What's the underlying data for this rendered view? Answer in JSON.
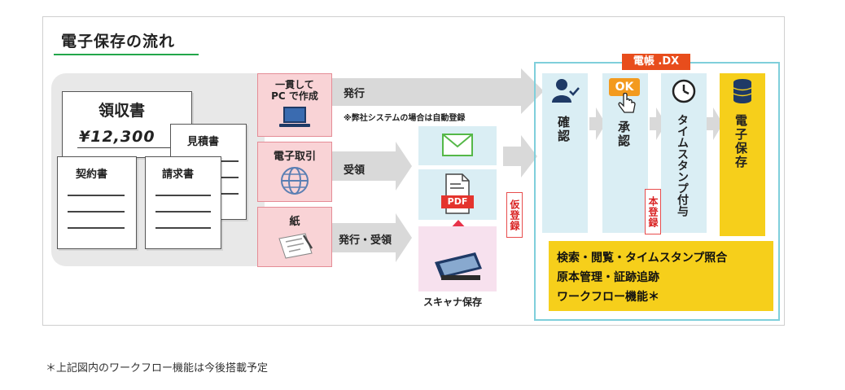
{
  "title": "電子保存の流れ",
  "docs": {
    "receipt_title": "領収書",
    "receipt_amount": "¥12,300",
    "estimate": "見積書",
    "contract": "契約書",
    "invoice": "請求書"
  },
  "sources": {
    "pc_label": "一貫して\nPC で作成",
    "edi_label": "電子取引",
    "paper_label": "紙"
  },
  "arrows": {
    "issue": "発行",
    "issue_note": "※弊社システムの場合は自動登録",
    "receive": "受領",
    "issue_receive": "発行・受領"
  },
  "middle": {
    "pdf_label": "PDF",
    "scanner_caption": "スキャナ保存",
    "temp_register": "仮登録"
  },
  "denchou": {
    "tag": "電帳 .DX",
    "confirm": "確認",
    "ok_badge": "OK",
    "approve": "承認",
    "timestamp": "タイムスタンプ付与",
    "formal_register": "本登録",
    "e_storage": "電子保存",
    "features": [
      "検索・閲覧・タイムスタンプ照合",
      "原本管理・証跡追跡",
      "ワークフロー機能＊"
    ]
  },
  "footnote": "＊上記図内のワークフロー機能は今後搭載予定",
  "colors": {
    "accent_green": "#22a64a",
    "pink": "#f9d3d6",
    "light_blue": "#daeef4",
    "outline_cyan": "#7fcfdb",
    "orange_red": "#e84d1c",
    "yellow": "#f6cf1b",
    "gray": "#e8e8e8",
    "navy_icon": "#1f3a66"
  }
}
